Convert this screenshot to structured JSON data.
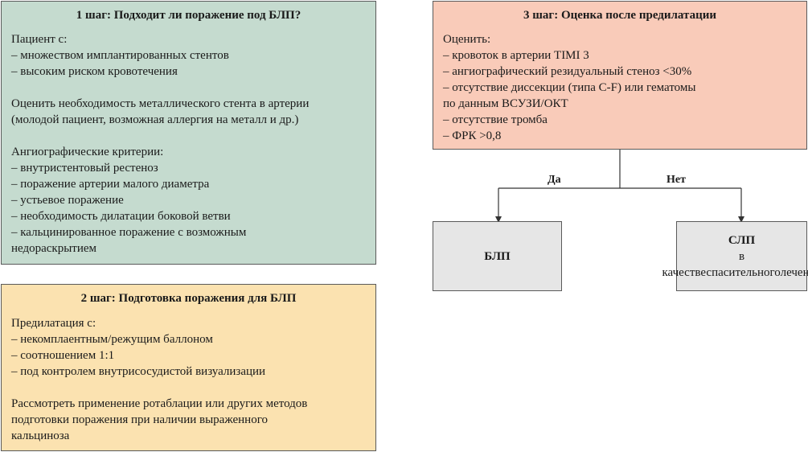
{
  "colors": {
    "step1_bg": "#c5dbcf",
    "step2_bg": "#fbe2b0",
    "step3_bg": "#f9cbb9",
    "result_bg": "#e6e6e6",
    "border": "#5a5a5a",
    "connector": "#333333"
  },
  "step1": {
    "title": "1 шаг: Подходит ли поражение под БЛП?",
    "lines": [
      "Пациент с:",
      "– множеством имплантированных стентов",
      "– высоким риском кровотечения",
      "",
      "Оценить необходимость металлического стента в артерии",
      "(молодой пациент, возможная аллергия на металл и др.)",
      "",
      "Ангиографические критерии:",
      "– внутристентовый рестеноз",
      "– поражение артерии малого диаметра",
      "– устьевое поражение",
      "– необходимость дилатации боковой ветви",
      "– кальцинированное поражение с возможным",
      "недораскрытием"
    ]
  },
  "step2": {
    "title": "2 шаг: Подготовка поражения для БЛП",
    "lines": [
      "Предилатация с:",
      "– некомплаентным/режущим баллоном",
      "– соотношением 1:1",
      "– под контролем внутрисосудистой визуализации",
      "",
      "Рассмотреть применение ротаблации или других методов",
      "подготовки поражения при наличии выраженного",
      "кальциноза"
    ]
  },
  "step3": {
    "title": "3 шаг: Оценка после предилатации",
    "lines": [
      "Оценить:",
      "– кровоток в артерии TIMI 3",
      "– ангиографический резидуальный стеноз <30%",
      "– отсутствие диссекции (типа C-F) или гематомы",
      "по данным ВСУЗИ/ОКТ",
      "– отсутствие тромба",
      "– ФРК >0,8"
    ]
  },
  "branches": {
    "yes": "Да",
    "no": "Нет"
  },
  "results": {
    "yes": {
      "label": "БЛП"
    },
    "no": {
      "label": "СЛП",
      "desc_lines": [
        "в качестве",
        "спасительного",
        "лечения"
      ]
    }
  }
}
